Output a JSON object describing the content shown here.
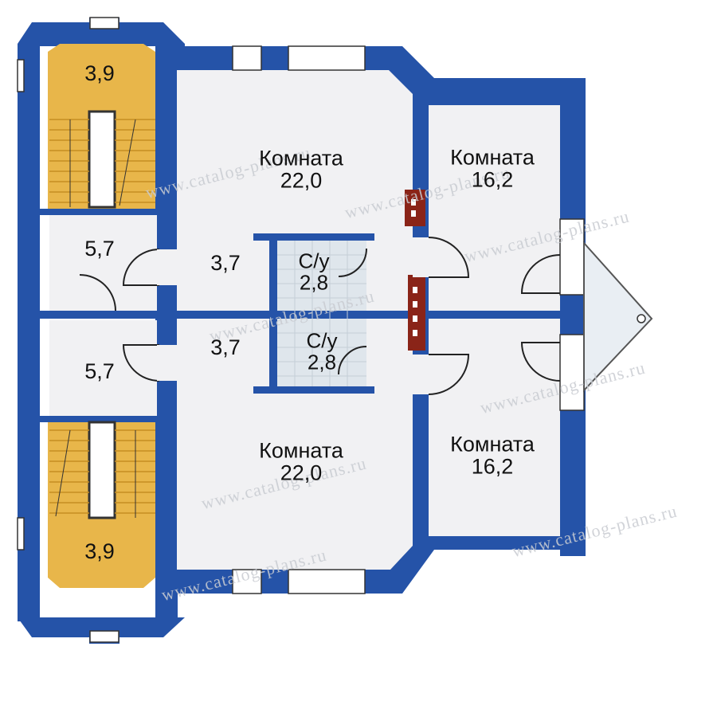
{
  "colors": {
    "wall": "#2553a8",
    "wall_dark": "#1a3f88",
    "floor": "#f1f1f3",
    "stair": "#e8b64a",
    "stair_dark": "#c58d22",
    "bath": "#dfe6ec",
    "chimney": "#8a2418",
    "window": "#ffffff",
    "watermark": "#c9ccd2"
  },
  "rooms": [
    {
      "id": "stair-top",
      "name": "",
      "area": "3,9"
    },
    {
      "id": "hall-top",
      "name": "",
      "area": "5,7"
    },
    {
      "id": "hall-bottom",
      "name": "",
      "area": "5,7"
    },
    {
      "id": "stair-bottom",
      "name": "",
      "area": "3,9"
    },
    {
      "id": "room-center-top",
      "name": "Комната",
      "area": "22,0"
    },
    {
      "id": "corr-top",
      "name": "",
      "area": "3,7"
    },
    {
      "id": "corr-bottom",
      "name": "",
      "area": "3,7"
    },
    {
      "id": "room-center-bottom",
      "name": "Комната",
      "area": "22,0"
    },
    {
      "id": "bath-top",
      "name": "С/у",
      "area": "2,8"
    },
    {
      "id": "bath-bottom",
      "name": "С/у",
      "area": "2,8"
    },
    {
      "id": "room-right-top",
      "name": "Комната",
      "area": "16,2"
    },
    {
      "id": "room-right-bottom",
      "name": "Комната",
      "area": "16,2"
    }
  ],
  "watermark": "www.catalog-plans.ru"
}
